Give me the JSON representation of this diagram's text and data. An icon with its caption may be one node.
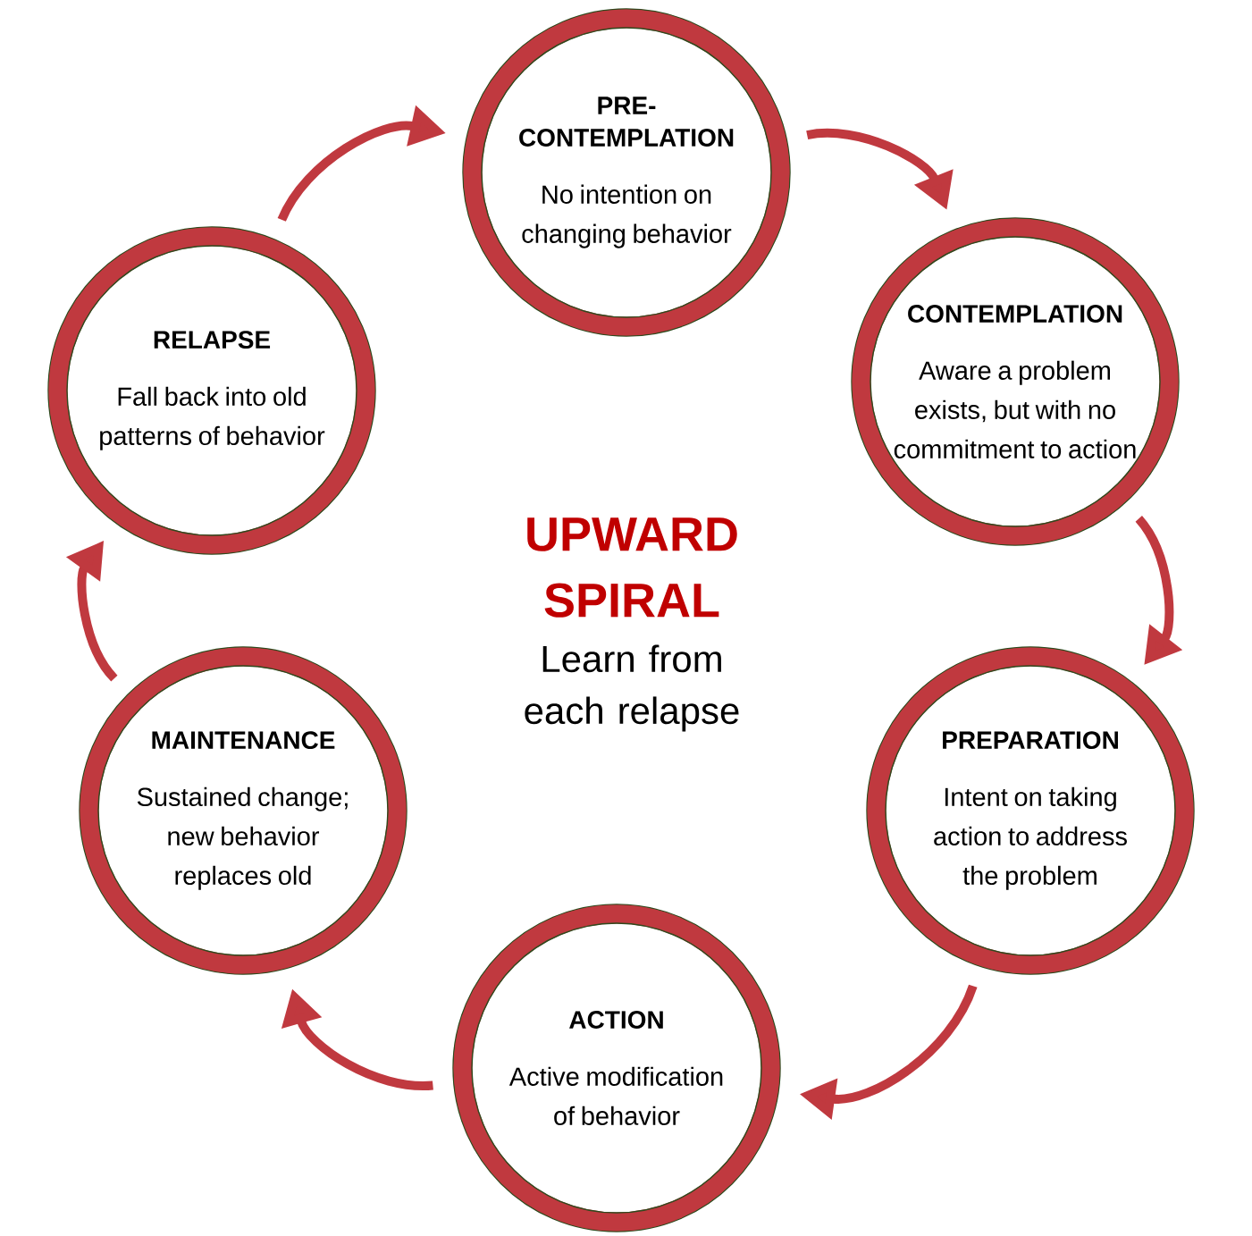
{
  "diagram": {
    "nodes": [
      {
        "text": [
          "PRE-CONTEMPLATION",
          "No intention on changing behavior"
        ]
      },
      {
        "text": [
          "CONTEMPLATION",
          "Aware a problem exists, but with no commitment to action"
        ]
      },
      {
        "text": [
          "PREPARATION",
          "Intent on taking action to address the problem"
        ]
      },
      {
        "text": [
          "ACTION",
          "Active modification of behavior"
        ]
      },
      {
        "text": [
          "MAINTENANCE",
          "Sustained change; new behavior replaces old"
        ]
      },
      {
        "text": [
          "RELAPSE",
          "Fall back into old patterns of behavior"
        ]
      }
    ],
    "edges": [
      {
        "from": 0,
        "to": 1,
        "arrow": "to"
      },
      {
        "from": 1,
        "to": 2,
        "arrow": "to"
      },
      {
        "from": 2,
        "to": 3,
        "arrow": "to"
      },
      {
        "from": 3,
        "to": 4,
        "arrow": "to"
      },
      {
        "from": 4,
        "to": 5,
        "arrow": "to"
      },
      {
        "from": 5,
        "to": 0,
        "arrow": "to"
      }
    ],
    "labels": [
      "UPWARD SPIRAL",
      "Learn from each relapse"
    ]
  }
}
